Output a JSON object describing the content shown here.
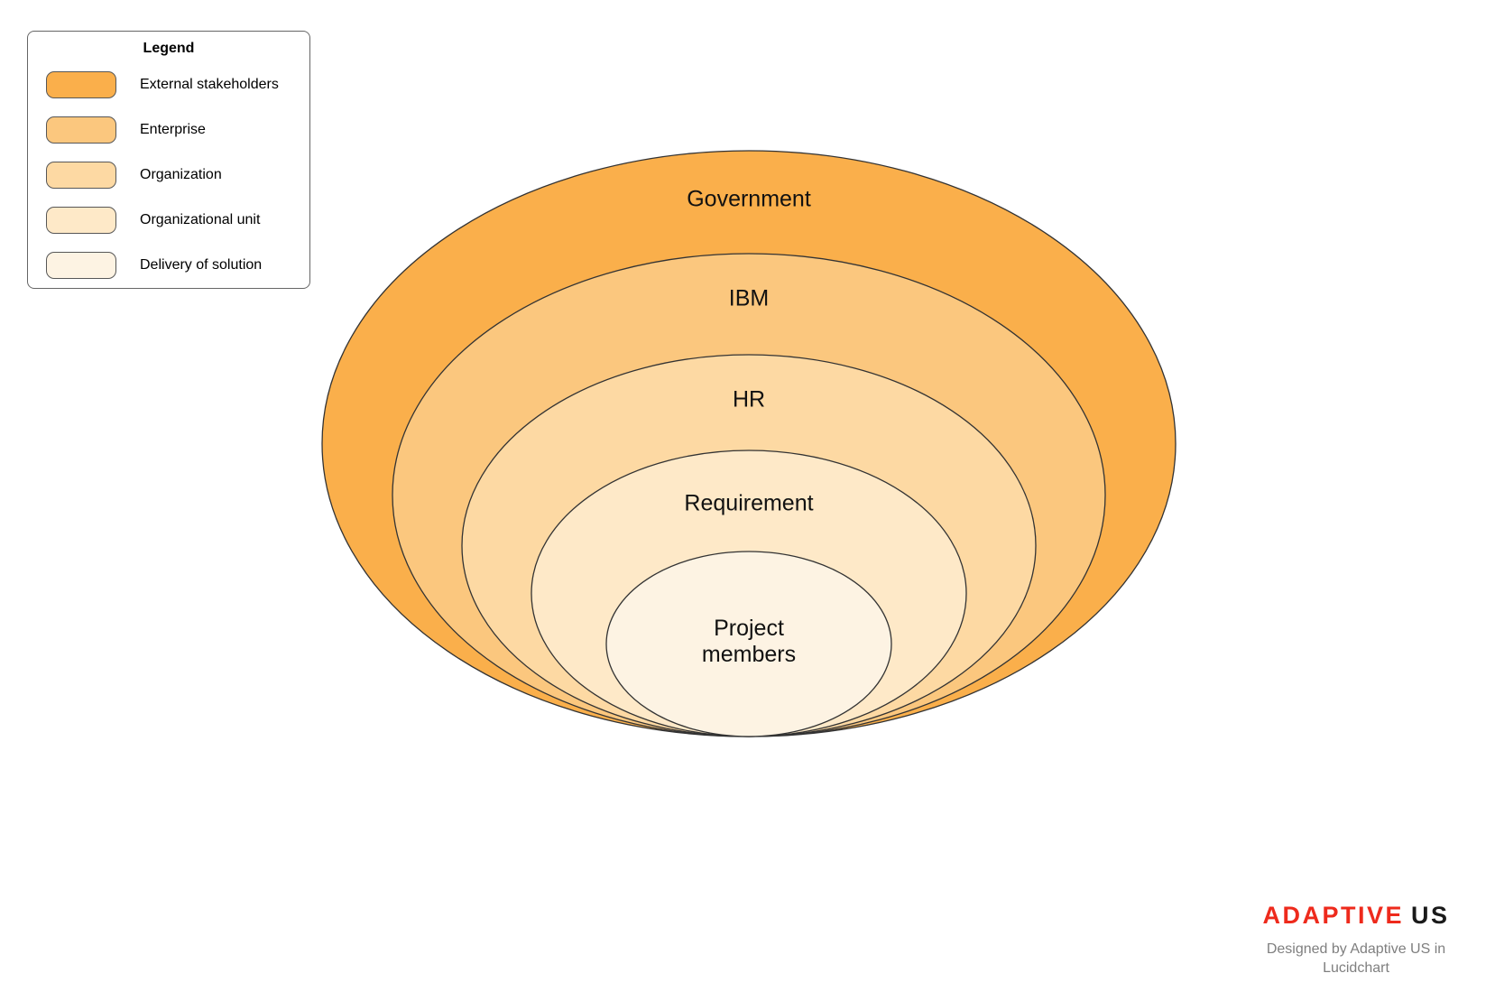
{
  "legend": {
    "title": "Legend",
    "items": [
      {
        "label": "External stakeholders",
        "color": "#FAAF4B"
      },
      {
        "label": "Enterprise",
        "color": "#FBC77E"
      },
      {
        "label": "Organization",
        "color": "#FDD9A3"
      },
      {
        "label": "Organizational unit",
        "color": "#FEE9C8"
      },
      {
        "label": "Delivery of solution",
        "color": "#FDF3E3"
      }
    ]
  },
  "diagram": {
    "type": "onion",
    "outline_color": "#333333",
    "layers": [
      {
        "label": "Government",
        "color": "#FAAF4B"
      },
      {
        "label": "IBM",
        "color": "#FBC77E"
      },
      {
        "label": "HR",
        "color": "#FDD9A3"
      },
      {
        "label": "Requirement",
        "color": "#FEE9C8"
      },
      {
        "label": "Project members",
        "color": "#FDF3E3"
      }
    ]
  },
  "footer": {
    "logo_primary": "ADAPTIVE",
    "logo_secondary": "US",
    "logo_primary_color": "#EE2A1C",
    "logo_secondary_color": "#1A1A1A",
    "credit": "Designed by Adaptive US in Lucidchart"
  }
}
